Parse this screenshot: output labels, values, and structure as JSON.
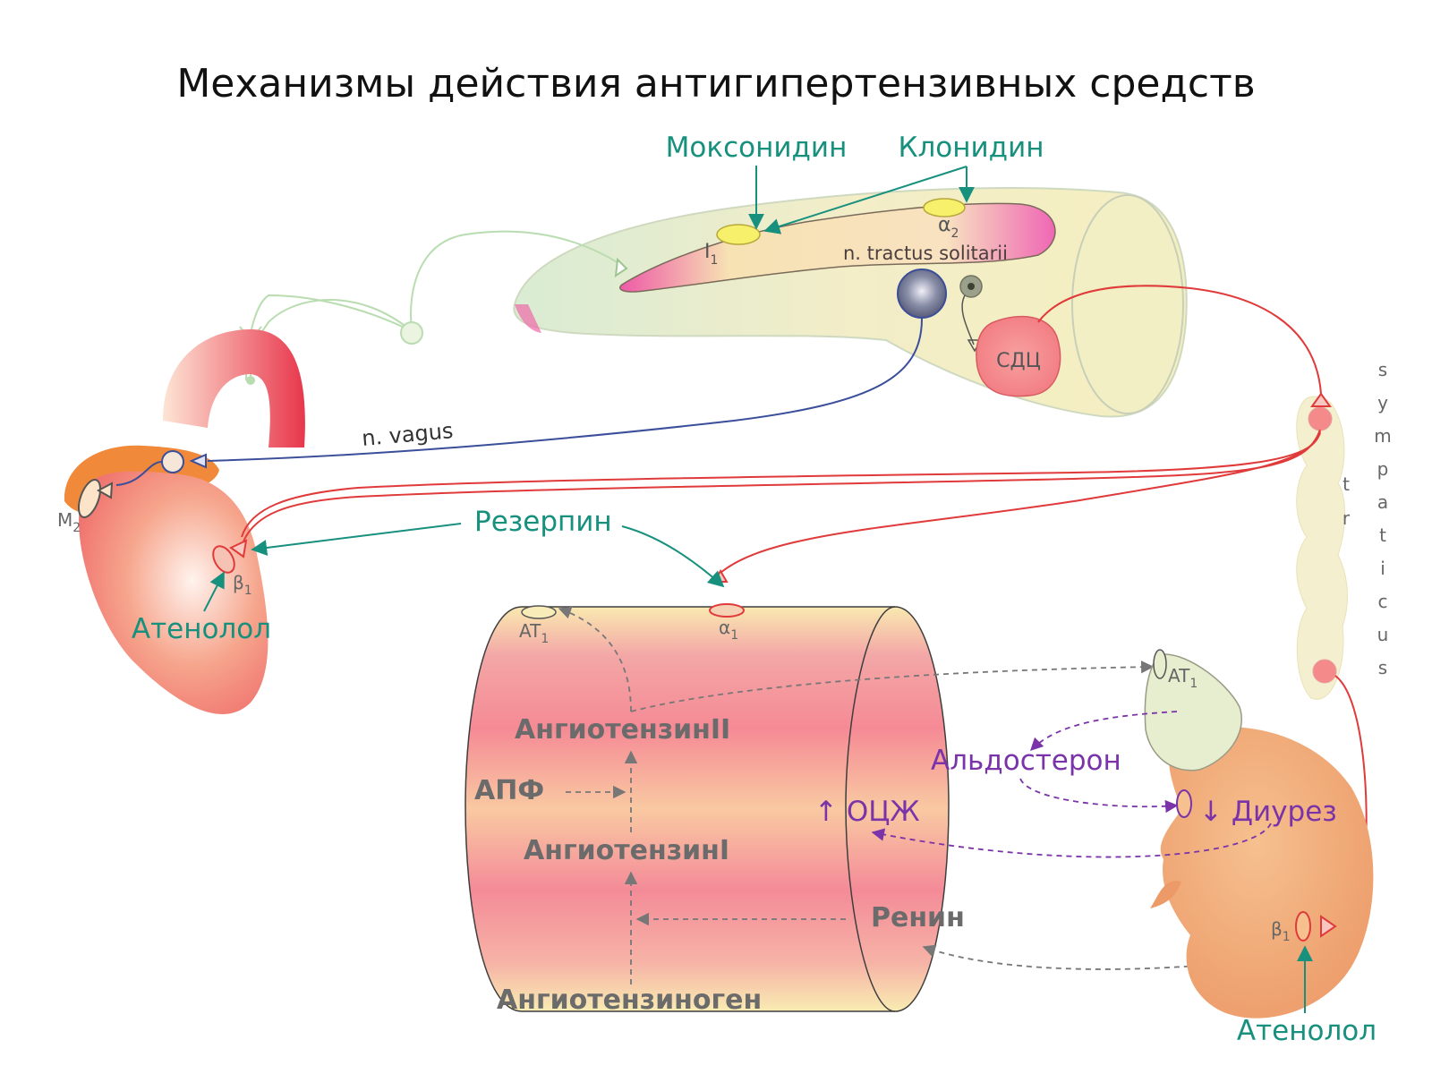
{
  "title": "Механизмы действия антигипертензивных средств",
  "drugs": {
    "moxonidine": "Моксонидин",
    "clonidine": "Клонидин",
    "reserpine": "Резерпин",
    "atenolol_heart": "Атенолол",
    "atenolol_kidney": "Атенолол"
  },
  "brain": {
    "i1_label": "I",
    "i1_sub": "1",
    "a2_label": "α",
    "a2_sub": "2",
    "nts_label": "n. tractus solitarii",
    "sdc_label": "СДЦ"
  },
  "nerves": {
    "vagus_label": "n. vagus",
    "sympathicus_letters": [
      "s",
      "y",
      "m",
      "p",
      "a",
      "t",
      "i",
      "c",
      "u",
      "s"
    ],
    "truncus_letters": [
      "t",
      "r"
    ]
  },
  "heart": {
    "m2_label": "M",
    "m2_sub": "2",
    "b1_label": "β",
    "b1_sub": "1"
  },
  "vessel": {
    "at1_label": "AT",
    "at1_sub": "1",
    "a1_label": "α",
    "a1_sub": "1",
    "angiotensin2": "АнгиотензинII",
    "ace": "АПФ",
    "angiotensin1": "АнгиотензинI",
    "angiotensinogen": "Ангиотензиноген",
    "renin": "Ренин",
    "bcv": "↑ ОЦЖ"
  },
  "kidney": {
    "at1_label": "AT",
    "at1_sub": "1",
    "aldosterone": "Альдостерон",
    "diuresis": "↓ Диурез",
    "b1_label": "β",
    "b1_sub": "1"
  },
  "colors": {
    "drug_teal": "#17907e",
    "sympathetic_red": "#e03a3a",
    "vagus_blue": "#3a4e9a",
    "purple": "#7a33a8",
    "gray_text": "#6b6b6b"
  }
}
